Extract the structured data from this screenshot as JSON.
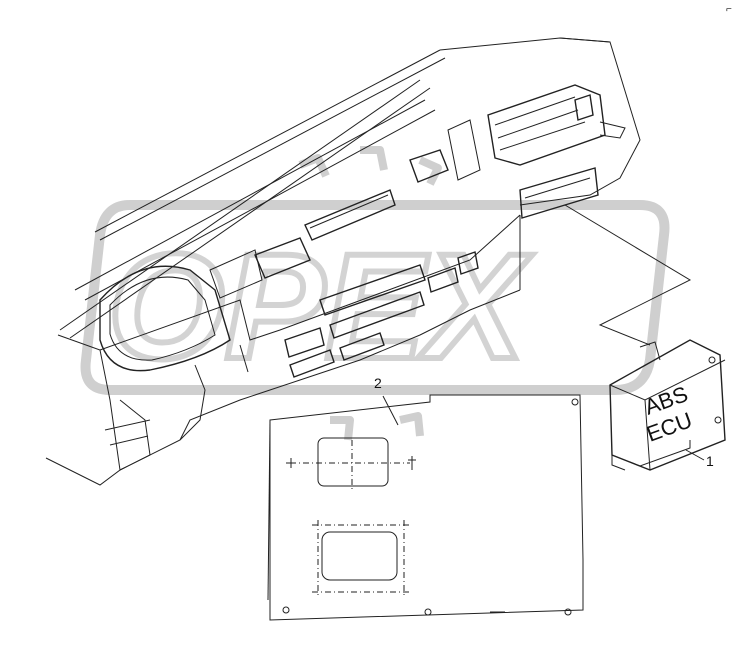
{
  "diagram": {
    "callouts": [
      {
        "id": "1",
        "label": "1"
      },
      {
        "id": "2",
        "label": "2"
      }
    ],
    "ecu_label_line1": "ABS",
    "ecu_label_line2": "ECU",
    "watermark_text": "OPEX",
    "corner_mark": "⌐",
    "colors": {
      "ink": "#222222",
      "watermark": "#d3d3d3",
      "background": "#ffffff"
    }
  }
}
